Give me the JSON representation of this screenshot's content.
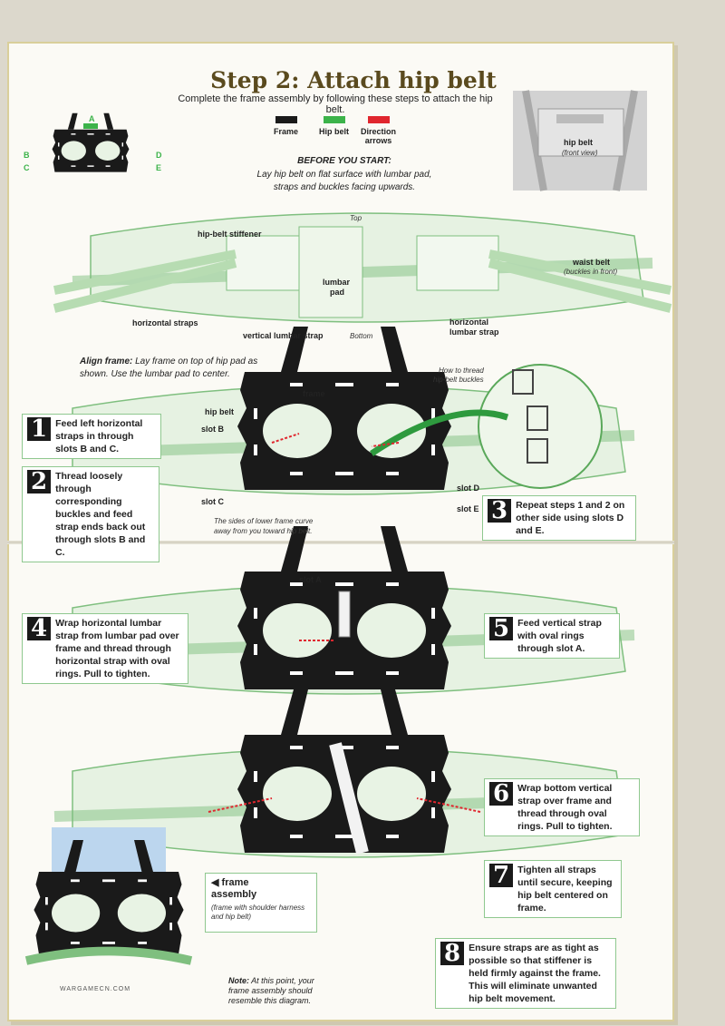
{
  "header": {
    "title": "Step 2: Attach hip belt",
    "subtitle": "Complete the frame assembly by following these steps to attach the hip belt."
  },
  "legend": [
    {
      "label_1": "Frame",
      "label_2": "",
      "color": "#1a1a1a"
    },
    {
      "label_1": "Hip belt",
      "label_2": "",
      "color": "#3cb34a"
    },
    {
      "label_1": "Direction",
      "label_2": "arrows",
      "color": "#e0262e"
    }
  ],
  "key_diagram": {
    "a": "A",
    "b": "B",
    "c": "C",
    "d": "D",
    "e": "E"
  },
  "front_view": {
    "label": "hip belt",
    "sub": "(front view)"
  },
  "before": {
    "title": "BEFORE YOU START:",
    "line1": "Lay hip belt on flat surface with lumbar pad,",
    "line2": "straps and buckles facing upwards."
  },
  "belt_labels": {
    "top": "Top",
    "stiffener": "hip-belt stiffener",
    "lumbar_1": "lumbar",
    "lumbar_2": "pad",
    "waist_1": "waist belt",
    "waist_2": "(buckles in front)",
    "horizontal_straps": "horizontal straps",
    "vertical_lumbar": "vertical lumbar strap",
    "bottom": "Bottom",
    "horiz_lumbar_1": "horizontal",
    "horiz_lumbar_2": "lumbar strap"
  },
  "align": {
    "lead": "Align frame:",
    "text": " Lay frame on top of hip pad as shown. Use the lumbar pad to center."
  },
  "frame_labels": {
    "frame": "frame",
    "hip_belt": "hip belt",
    "slot_b": "slot B",
    "slot_c": "slot C",
    "slot_d": "slot D",
    "slot_e": "slot E",
    "slot_a": "slot A",
    "curve_1": "The sides of lower frame curve",
    "curve_2": "away from you toward hip belt.",
    "thread_1": "How to thread",
    "thread_2": "hip-belt buckles"
  },
  "steps": [
    {
      "num": "1",
      "pre": "Feed left horizontal straps in through ",
      "bold": "slots B and C.",
      "post": ""
    },
    {
      "num": "2",
      "pre": "Thread loosely through corresponding buckles and feed strap ends back out through ",
      "bold": "slots B and C.",
      "post": ""
    },
    {
      "num": "3",
      "pre": "Repeat steps 1 and 2 on other side using ",
      "bold": "slots D and E.",
      "post": ""
    },
    {
      "num": "4",
      "pre": "Wrap horizontal lumbar strap from lumbar pad over frame and thread through horizontal strap with oval rings. Pull to tighten.",
      "bold": "",
      "post": ""
    },
    {
      "num": "5",
      "pre": "Feed vertical strap with oval rings through ",
      "bold": "slot A.",
      "post": ""
    },
    {
      "num": "6",
      "pre": "Wrap bottom vertical strap over frame and thread through oval rings. Pull to tighten.",
      "bold": "",
      "post": ""
    },
    {
      "num": "7",
      "pre": "Tighten all straps until secure, keeping hip belt centered on frame.",
      "bold": "",
      "post": ""
    },
    {
      "num": "8",
      "pre": "Ensure straps are as tight as possible so that stiffener is held firmly against the frame. This will eliminate unwanted hip belt movement.",
      "bold": "",
      "post": ""
    }
  ],
  "frame_assembly": {
    "title_1": "frame",
    "title_2": "assembly",
    "sub": "(frame with shoulder harness and hip belt)"
  },
  "note": {
    "lead": "Note:",
    "text": " At this point, your frame assembly should resemble this diagram."
  },
  "watermark": "WARGAMECN.COM"
}
